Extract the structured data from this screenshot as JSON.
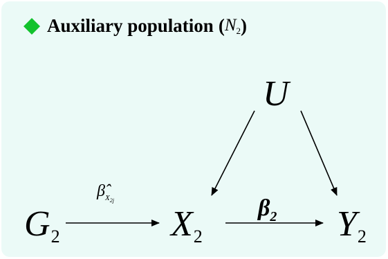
{
  "header": {
    "title": "Auxiliary population",
    "symbol": "N",
    "symbol_subscript": "2",
    "open_paren": "(",
    "close_paren": ")"
  },
  "nodes": {
    "u": {
      "label": "U",
      "subscript": ""
    },
    "g2": {
      "label": "G",
      "subscript": "2"
    },
    "x2": {
      "label": "X",
      "subscript": "2"
    },
    "y2": {
      "label": "Y",
      "subscript": "2"
    }
  },
  "edges": {
    "g_to_x": {
      "label_base": "β̂",
      "label_sub": "X",
      "label_sub2": "2j"
    },
    "x_to_y": {
      "label": "β",
      "label_sub": "2"
    }
  },
  "colors": {
    "panel_background": "#ebfaf7",
    "diamond": "#12c22d",
    "text": "#000000"
  }
}
